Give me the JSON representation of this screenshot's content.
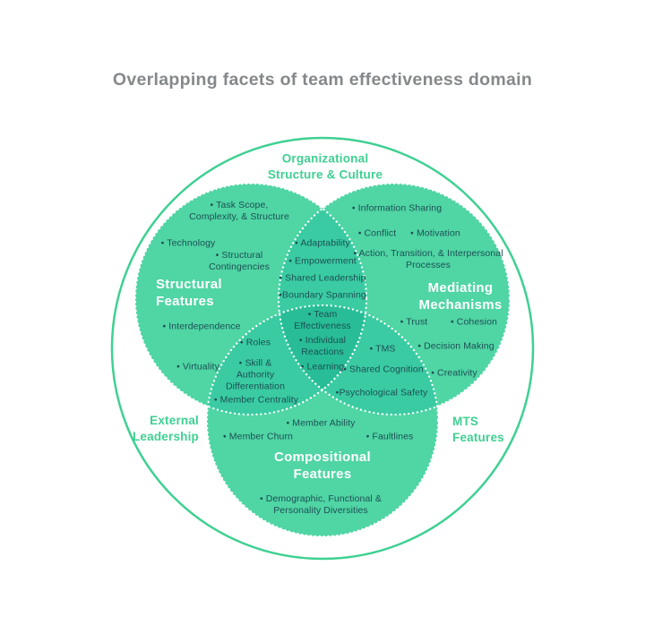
{
  "title": "Overlapping facets of team effectiveness domain",
  "colors": {
    "title_text": "#85888B",
    "outline_green": "#3FD092",
    "heading_green": "#3FD092",
    "circle_fill": "#50D5A4",
    "overlap2_fill": "#3ACBA2",
    "overlap3_fill": "#28BD96",
    "item_text": "#1B4F53",
    "circle_label_text": "#FFFFFF"
  },
  "venn": {
    "outer_heading": "Organizational Structure & Culture",
    "side_labels": {
      "external": "External Leadership",
      "mts": "MTS Features"
    },
    "circles": {
      "structural": {
        "label": "Structural Features",
        "items": [
          "• Task Scope, Complexity, & Structure",
          "• Technology",
          "• Structural Contingencies",
          "• Interdependence",
          "• Virtuality"
        ]
      },
      "mediating": {
        "label": "Mediating Mechanisms",
        "items": [
          "• Information Sharing",
          "• Conflict",
          "• Motivation",
          "• Action, Transition, & Interpersonal Processes",
          "• Trust",
          "• Cohesion",
          "• Decision Making",
          "• Creativity"
        ]
      },
      "compositional": {
        "label": "Compositional Features",
        "items": [
          "• Member Ability",
          "• Member Churn",
          "• Faultlines",
          "• Demographic, Functional & Personality Diversities"
        ]
      }
    },
    "overlaps": {
      "structural_mediating": [
        "• Adaptability",
        "• Empowerment",
        "• Shared Leadership",
        "•Boundary Spanning"
      ],
      "structural_compositional": [
        "• Roles",
        "• Skill & Authority Differentiation",
        "• Member Centrality"
      ],
      "mediating_compositional": [
        "• TMS",
        "• Shared Cognition",
        "•Psychological Safety"
      ],
      "center": [
        "• Team Effectiveness",
        "• Individual Reactions",
        "• Learning"
      ]
    }
  }
}
